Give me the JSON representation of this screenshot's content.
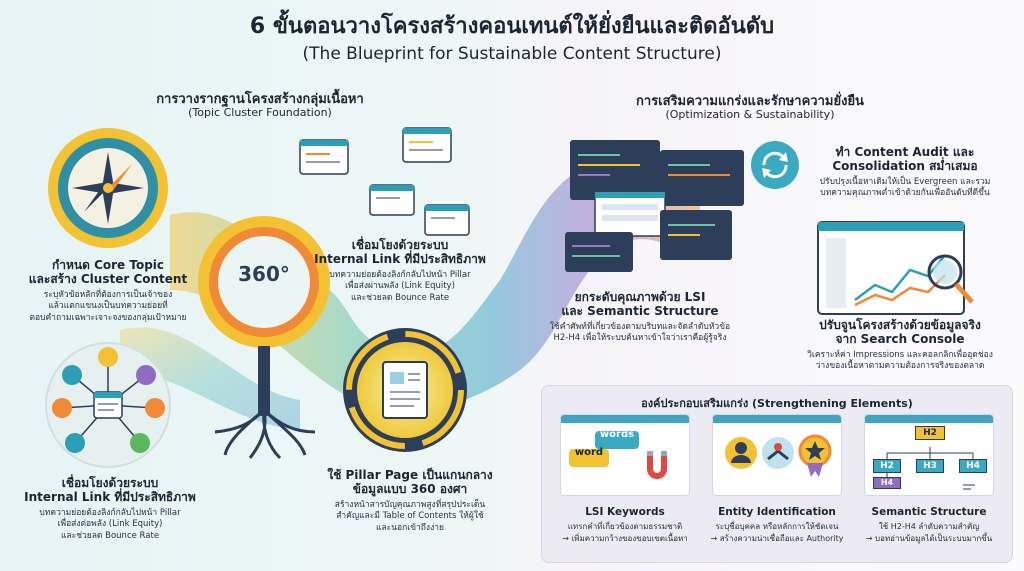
{
  "header": {
    "title_th": "6 ขั้นตอนวางโครงสร้างคอนเทนต์ให้ยั่งยืนและติดอันดับ",
    "title_en": "(The Blueprint for Sustainable Content Structure)"
  },
  "left_section": {
    "title": "การวางรากฐานโครงสร้างกลุ่มเนื้อหา",
    "subtitle": "(Topic Cluster Foundation)"
  },
  "right_section": {
    "title": "การเสริมความแกร่งและรักษาความยั่งยืน",
    "subtitle": "(Optimization & Sustainability)"
  },
  "center_badge": "360°",
  "steps": {
    "core_topic": {
      "title1": "กำหนด Core Topic",
      "title2": "และสร้าง Cluster Content",
      "desc1": "ระบุหัวข้อหลักที่ต้องการเป็นเจ้าของ",
      "desc2": "แล้วแตกแขนงเป็นบทความย่อยที่",
      "desc3": "ตอบคำถามเฉพาะเจาะจงของกลุ่มเป้าหมาย"
    },
    "internal_link_top": {
      "title1": "เชื่อมโยงด้วยระบบ",
      "title2": "Internal Link ที่มีประสิทธิภาพ",
      "desc1": "บทความย่อยต้องลิงก์กลับไปหน้า Pillar",
      "desc2": "เพื่อส่งผ่านพลัง (Link Equity)",
      "desc3": "และช่วยลด Bounce Rate"
    },
    "internal_link_bottom": {
      "title1": "เชื่อมโยงด้วยระบบ",
      "title2": "Internal Link ที่มีประสิทธิภาพ",
      "desc1": "บทความย่อยต้องลิงก์กลับไปหน้า Pillar",
      "desc2": "เพื่อส่งต่อพลัง (Link Equity)",
      "desc3": "และช่วยลด Bounce Rate"
    },
    "pillar_page": {
      "title1": "ใช้ Pillar Page เป็นแกนกลาง",
      "title2": "ข้อมูลแบบ 360 องศา",
      "desc1": "สร้างหน้าสารบัญคุณภาพสูงที่สรุปประเด็น",
      "desc2": "สำคัญและมี Table of Contents ให้ผู้ใช้",
      "desc3": "และนอกเข้าถึงง่าย"
    },
    "lsi": {
      "title1": "ยกระดับคุณภาพด้วย LSI",
      "title2": "และ Semantic Structure",
      "desc1": "ใช้คำศัพท์ที่เกี่ยวข้องตามบริบทและจัดลำดับหัวข้อ",
      "desc2": "H2-H4 เพื่อให้ระบบค้นหาเข้าใจว่าเราคือผู้รู้จริง"
    },
    "content_audit": {
      "title1": "ทำ Content Audit และ",
      "title2": "Consolidation สม่ำเสมอ",
      "desc1": "ปรับปรุงเนื้อหาเดิมให้เป็น Evergreen และรวม",
      "desc2": "บทความคุณภาพต่ำเข้าด้วยกันเพื่ออันดับที่ดีขึ้น"
    },
    "search_console": {
      "title1": "ปรับจูนโครงสร้างด้วยข้อมูลจริง",
      "title2": "จาก Search Console",
      "desc1": "วิเคราะห์ค่า Impressions และคอลกลิกเพื่ออุดช่อง",
      "desc2": "ว่างของเนื้อหาตามความต้องการจริงของตลาด"
    }
  },
  "strengthening": {
    "title": "องค์ประกอบเสริมแกร่ง (Strengthening Elements)",
    "cards": [
      {
        "title": "LSI Keywords",
        "desc1": "แทรกคำที่เกี่ยวข้องตามธรรมชาติ",
        "desc2": "→ เพิ่มความกว้างของขอบเขตเนื้อหา",
        "tag1": "words",
        "tag2": "word"
      },
      {
        "title": "Entity Identification",
        "desc1": "ระบุชื่อบุคคล หรือหลักการให้ชัดเจน",
        "desc2": "→ สร้างความน่าเชื่อถือและ Authority"
      },
      {
        "title": "Semantic Structure",
        "desc1": "ใช้ H2-H4 ลำดับความสำคัญ",
        "desc2": "→ บอทอ่านข้อมูลได้เป็นระบบมากขึ้น",
        "h2": "H2",
        "h3": "H3",
        "h4": "H4",
        "h4b": "H4",
        "h2b": "H2"
      }
    ]
  },
  "colors": {
    "teal": "#2c9fb6",
    "yellow": "#f2c233",
    "orange": "#f08a36",
    "purple": "#8f6bc1",
    "navy": "#2c3e5a"
  }
}
